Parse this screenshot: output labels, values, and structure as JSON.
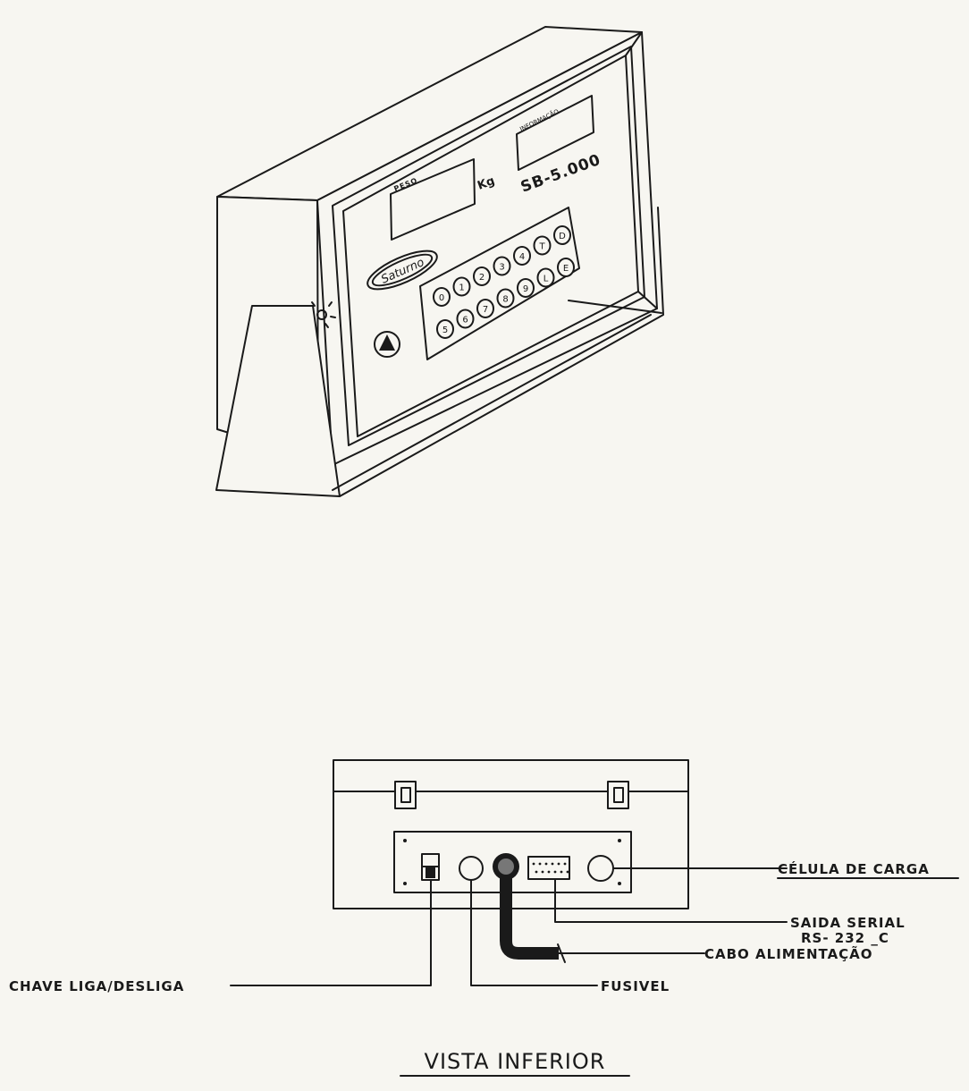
{
  "device": {
    "peso_label": "PESO",
    "info_label": "INFORMAÇÃO",
    "unit": "Kg",
    "model": "SB-5.000",
    "brand": "Saturno",
    "key_labels": [
      "0",
      "1",
      "2",
      "3",
      "4",
      "T",
      "D",
      "5",
      "6",
      "7",
      "8",
      "9",
      "L",
      "E"
    ]
  },
  "bottom_view": {
    "title": "VISTA INFERIOR",
    "labels": {
      "celula": "CÉLULA DE CARGA",
      "serial_1": "SAIDA SERIAL",
      "serial_2": "RS- 232 _C",
      "cabo": "CABO ALIMENTAÇÃO",
      "fusivel": "FUSIVEL",
      "chave": "CHAVE LIGA/DESLIGA"
    }
  },
  "colors": {
    "ink": "#1a1a1a",
    "paper": "#f7f6f1"
  }
}
